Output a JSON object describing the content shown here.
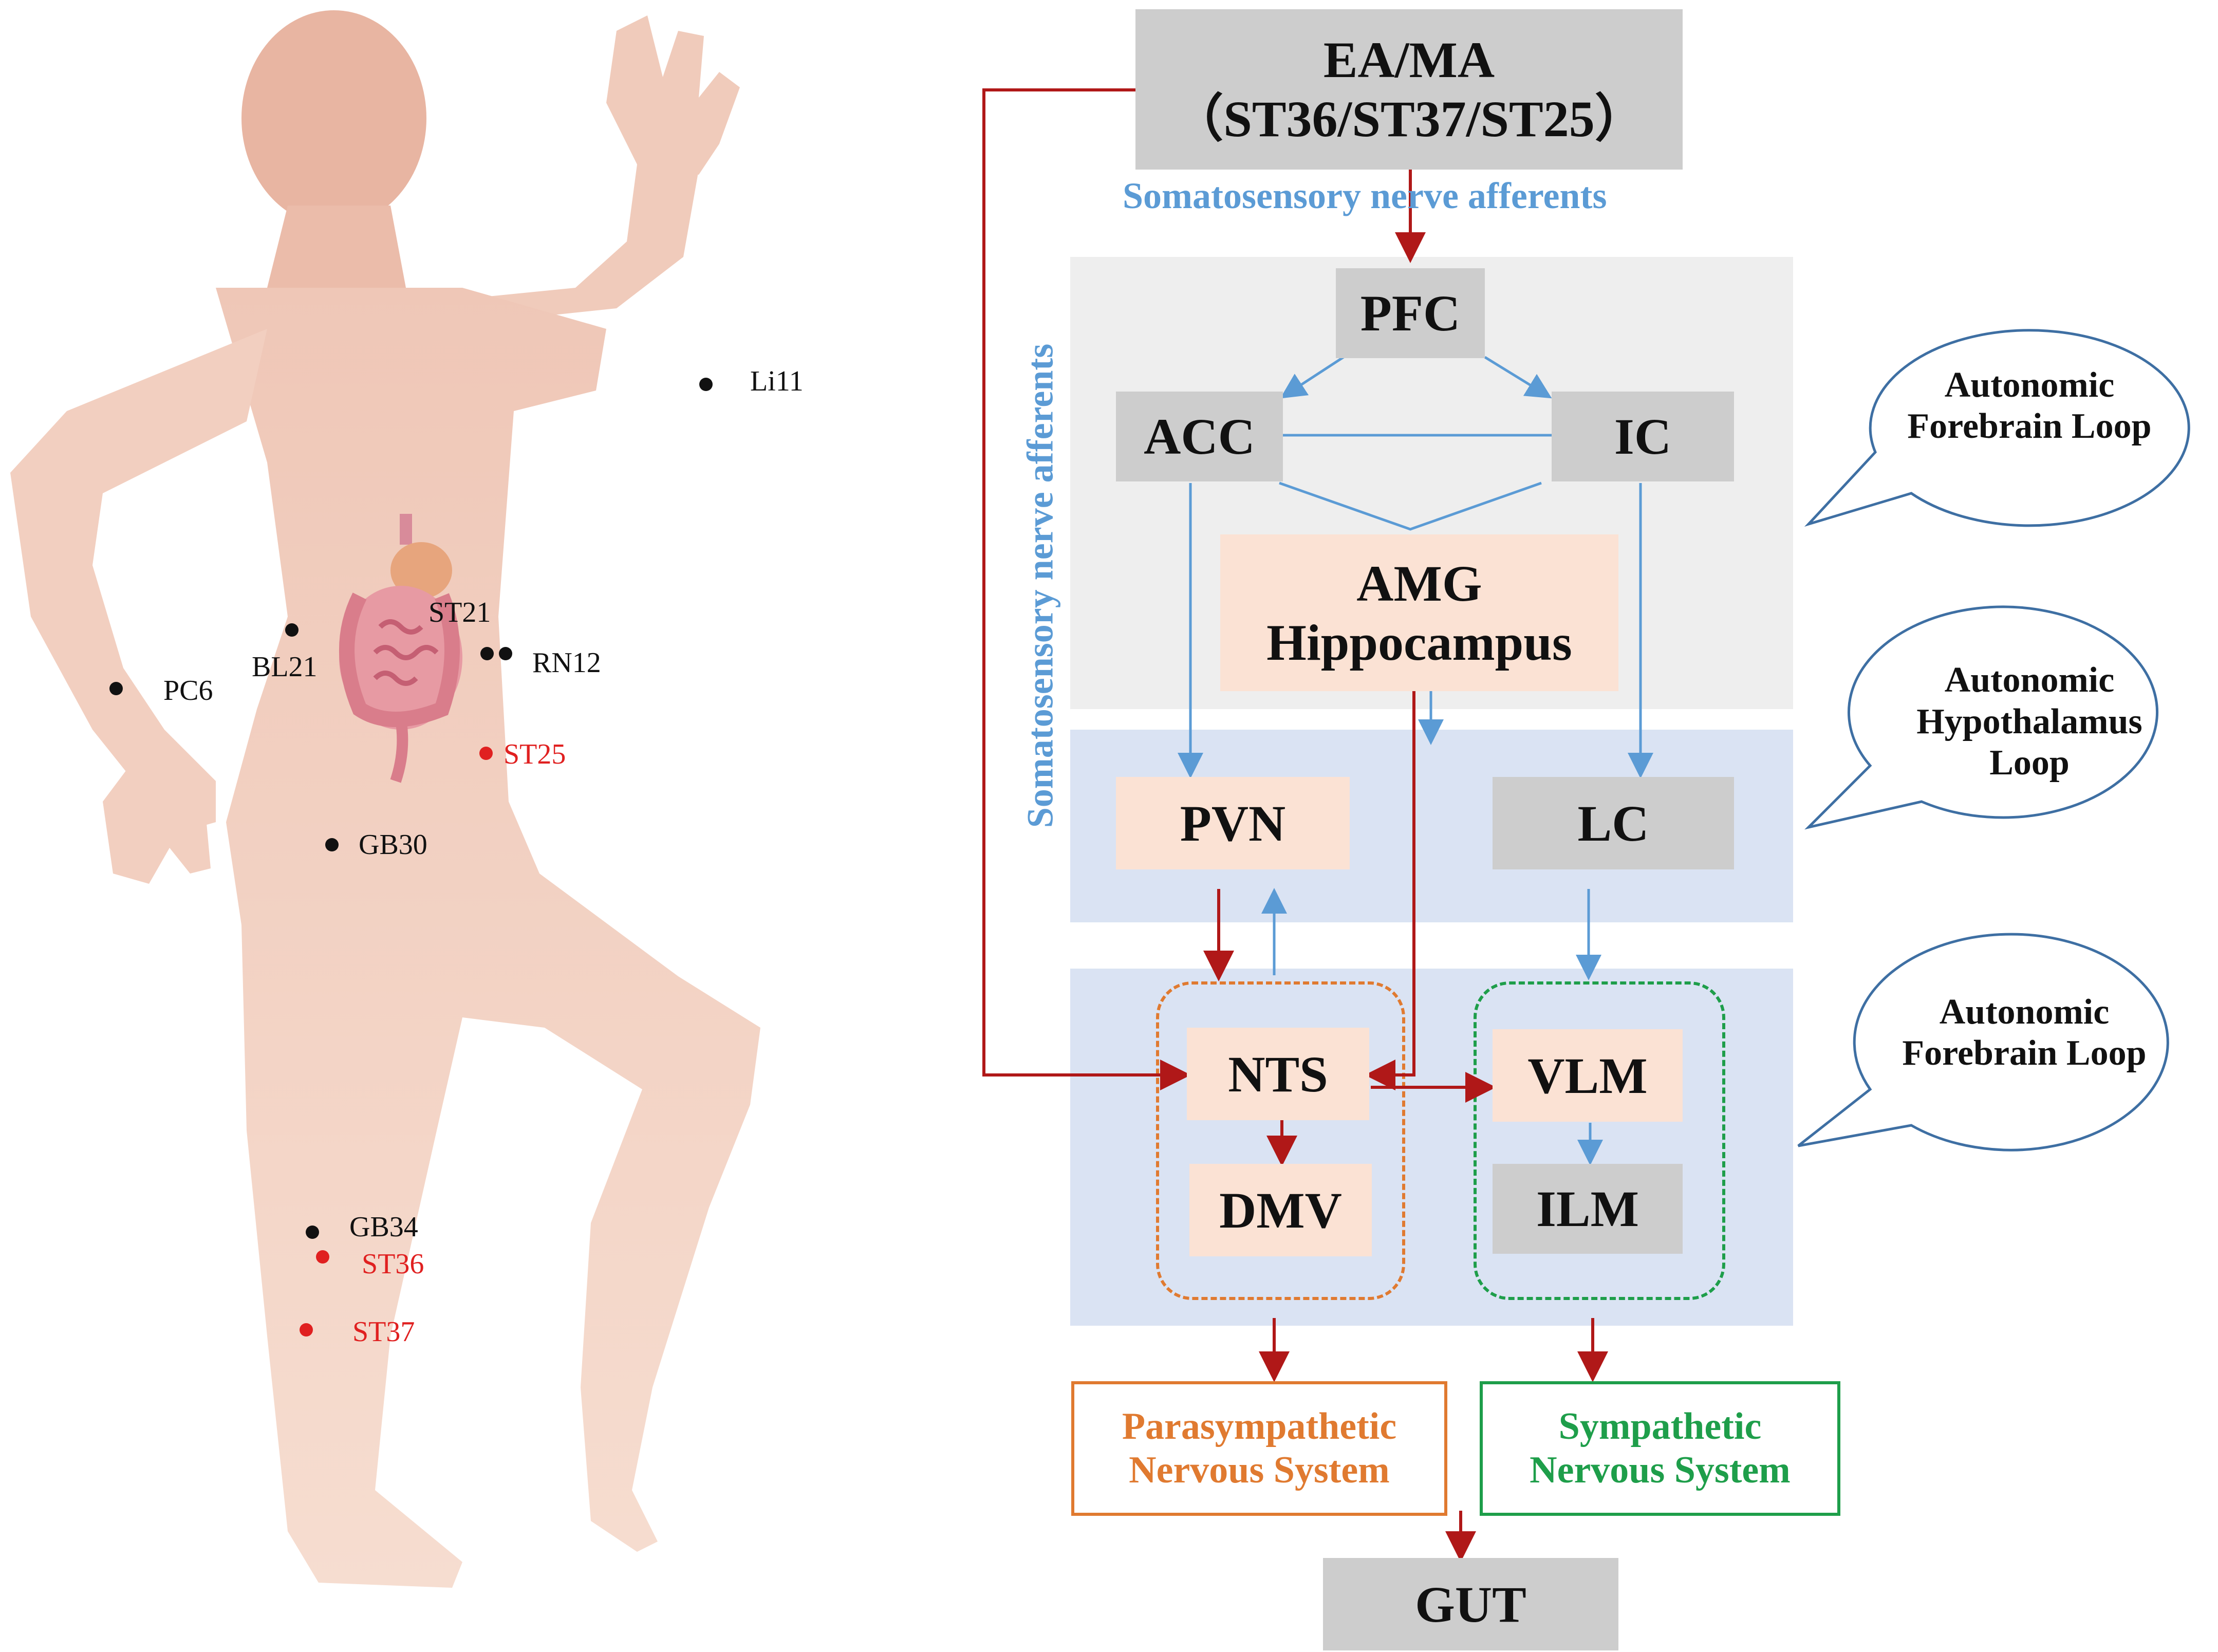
{
  "acupoints": [
    {
      "id": "li11",
      "label": "Li11",
      "color": "#111111"
    },
    {
      "id": "st21",
      "label": "ST21",
      "color": "#111111"
    },
    {
      "id": "bl21",
      "label": "BL21",
      "color": "#111111"
    },
    {
      "id": "rn12",
      "label": "RN12",
      "color": "#111111"
    },
    {
      "id": "pc6",
      "label": "PC6",
      "color": "#111111"
    },
    {
      "id": "st25",
      "label": "ST25",
      "color": "#e02020"
    },
    {
      "id": "gb30",
      "label": "GB30",
      "color": "#111111"
    },
    {
      "id": "gb34",
      "label": "GB34",
      "color": "#111111"
    },
    {
      "id": "st36",
      "label": "ST36",
      "color": "#e02020"
    },
    {
      "id": "st37",
      "label": "ST37",
      "color": "#e02020"
    }
  ],
  "stimulus": {
    "line1": "EA/MA",
    "line2": "（ST36/ST37/ST25）"
  },
  "afferent_label_top": "Somatosensory nerve afferents",
  "afferent_label_side": "Somatosensory nerve afferents",
  "nodes": {
    "pfc": "PFC",
    "acc": "ACC",
    "ic": "IC",
    "amg_line1": "AMG",
    "amg_line2": "Hippocampus",
    "pvn": "PVN",
    "lc": "LC",
    "nts": "NTS",
    "dmv": "DMV",
    "vlm": "VLM",
    "ilm": "ILM"
  },
  "outputs": {
    "parasympathetic_line1": "Parasympathetic",
    "parasympathetic_line2": "Nervous System",
    "sympathetic_line1": "Sympathetic",
    "sympathetic_line2": "Nervous System",
    "gut": "GUT"
  },
  "callouts": [
    {
      "line1": "Autonomic",
      "line2": "Forebrain Loop"
    },
    {
      "line1": "Autonomic",
      "line2": "Hypothalamus",
      "line3": "Loop"
    },
    {
      "line1": "Autonomic",
      "line2": "Forebrain Loop"
    }
  ],
  "colors": {
    "red_arrow": "#b01818",
    "blue_arrow": "#5b9bd5",
    "orange_dash": "#e07a30",
    "green_dash": "#1e9e4a",
    "band_gray": "#eeeeee",
    "band_blue": "#dae3f3",
    "node_gray": "#cdcdcd",
    "node_peach": "#fbe2d4"
  }
}
